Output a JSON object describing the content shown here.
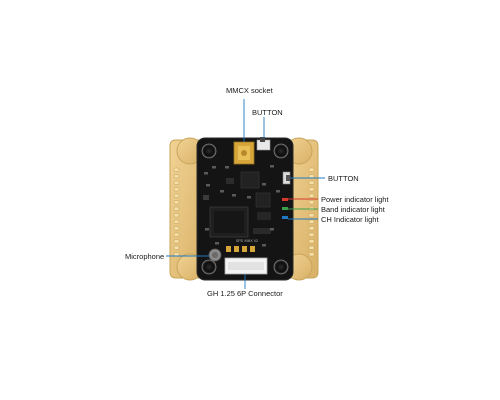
{
  "diagram": {
    "labels": {
      "mmcx_socket": "MMCX socket",
      "button_top": "BUTTON",
      "button_right": "BUTTON",
      "power_light": "Power indicator light",
      "band_light": "Band indicator light",
      "ch_light": "CH Indicator light",
      "microphone": "Microphone",
      "gh_connector": "GH 1.25 6P Connector"
    },
    "leader_colors": {
      "mmcx_socket": "#1f78c1",
      "button_top": "#1f78c1",
      "button_right": "#1f78c1",
      "power_light": "#d63a2f",
      "band_light": "#3aa04a",
      "ch_light": "#1f78c1",
      "microphone": "#1f78c1",
      "gh_connector": "#1f78c1"
    },
    "board_colors": {
      "pcb": "#141414",
      "gold_frame": "#e5c07a",
      "gold_frame_edge": "#c9a45a"
    }
  }
}
